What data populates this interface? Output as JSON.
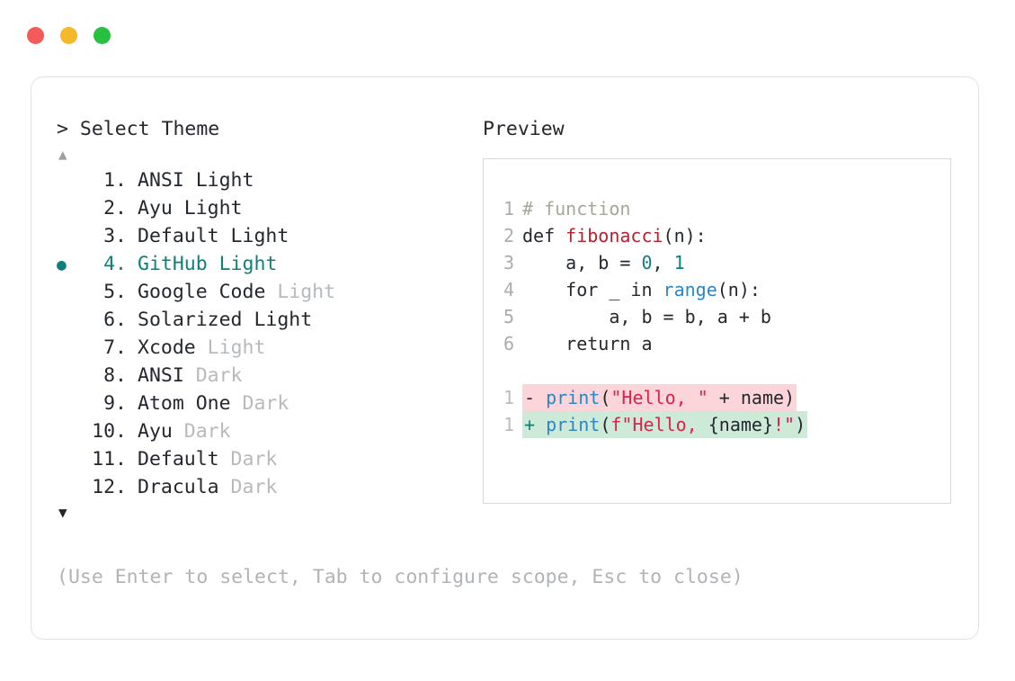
{
  "window": {
    "traffic_lights": [
      {
        "name": "close-button",
        "color": "#f35b56"
      },
      {
        "name": "minimize-button",
        "color": "#f5b829"
      },
      {
        "name": "maximize-button",
        "color": "#27c03f"
      }
    ]
  },
  "prompt": {
    "marker": ">",
    "title": "Select Theme"
  },
  "scroll": {
    "up_arrow": "▲",
    "down_arrow": "▼"
  },
  "selection": {
    "bullet": "●",
    "selected_index": 4,
    "accent_color": "#0f8079"
  },
  "themes": [
    {
      "number": "1.",
      "name": "ANSI Light",
      "variant": "",
      "selected": false
    },
    {
      "number": "2.",
      "name": "Ayu Light",
      "variant": "",
      "selected": false
    },
    {
      "number": "3.",
      "name": "Default Light",
      "variant": "",
      "selected": false
    },
    {
      "number": "4.",
      "name": "GitHub Light",
      "variant": "",
      "selected": true
    },
    {
      "number": "5.",
      "name": "Google Code",
      "variant": "Light",
      "selected": false
    },
    {
      "number": "6.",
      "name": "Solarized Light",
      "variant": "",
      "selected": false
    },
    {
      "number": "7.",
      "name": "Xcode",
      "variant": "Light",
      "selected": false
    },
    {
      "number": "8.",
      "name": "ANSI",
      "variant": "Dark",
      "selected": false
    },
    {
      "number": "9.",
      "name": "Atom One",
      "variant": "Dark",
      "selected": false
    },
    {
      "number": "10.",
      "name": "Ayu",
      "variant": "Dark",
      "selected": false
    },
    {
      "number": "11.",
      "name": "Default",
      "variant": "Dark",
      "selected": false
    },
    {
      "number": "12.",
      "name": "Dracula",
      "variant": "Dark",
      "selected": false
    }
  ],
  "hint": "(Use Enter to select, Tab to configure scope, Esc to close)",
  "preview": {
    "title": "Preview",
    "code_lines": [
      {
        "number": "1",
        "tokens": [
          {
            "t": "# function",
            "c": "comment"
          }
        ]
      },
      {
        "number": "2",
        "tokens": [
          {
            "t": "def ",
            "c": "kw"
          },
          {
            "t": "fibonacci",
            "c": "fn"
          },
          {
            "t": "(n):",
            "c": "plain"
          }
        ]
      },
      {
        "number": "3",
        "tokens": [
          {
            "t": "    a, b = ",
            "c": "plain"
          },
          {
            "t": "0",
            "c": "num"
          },
          {
            "t": ", ",
            "c": "plain"
          },
          {
            "t": "1",
            "c": "num"
          }
        ]
      },
      {
        "number": "4",
        "tokens": [
          {
            "t": "    for _ in ",
            "c": "plain"
          },
          {
            "t": "range",
            "c": "builtin"
          },
          {
            "t": "(n):",
            "c": "plain"
          }
        ]
      },
      {
        "number": "5",
        "tokens": [
          {
            "t": "        a, b = b, a + b",
            "c": "plain"
          }
        ]
      },
      {
        "number": "6",
        "tokens": [
          {
            "t": "    return a",
            "c": "plain"
          }
        ]
      }
    ],
    "diff_lines": [
      {
        "number": "1",
        "kind": "del",
        "sign": "-",
        "tokens": [
          {
            "t": "print",
            "c": "builtin"
          },
          {
            "t": "(",
            "c": "plain"
          },
          {
            "t": "\"Hello, \"",
            "c": "str"
          },
          {
            "t": " + name)",
            "c": "plain"
          }
        ]
      },
      {
        "number": "1",
        "kind": "add",
        "sign": "+",
        "tokens": [
          {
            "t": "print",
            "c": "builtin"
          },
          {
            "t": "(",
            "c": "plain"
          },
          {
            "t": "f\"Hello, ",
            "c": "str"
          },
          {
            "t": "{name}",
            "c": "plain"
          },
          {
            "t": "!\"",
            "c": "str"
          },
          {
            "t": ")",
            "c": "plain"
          }
        ]
      }
    ]
  }
}
